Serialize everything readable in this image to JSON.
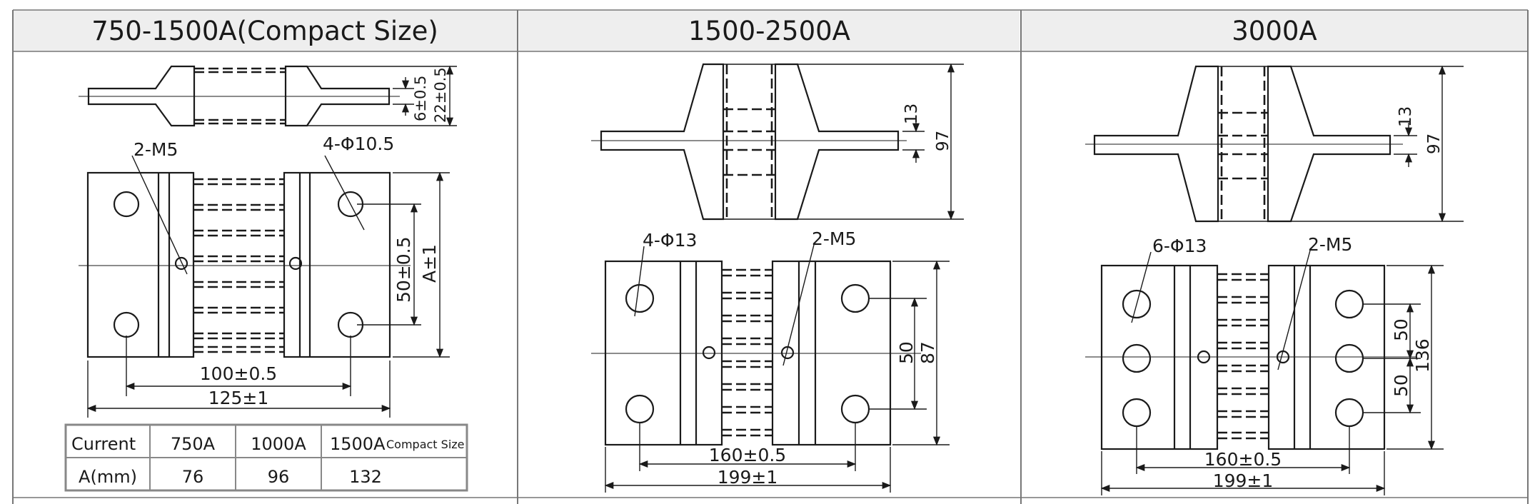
{
  "columns": [
    {
      "title": "750-1500A(Compact Size)",
      "labels": {
        "thread": "2-M5",
        "holes": "4-Φ10.5",
        "pitch_v": "50±0.5",
        "dim_a": "A±1",
        "pitch_h": "100±0.5",
        "width": "125±1",
        "thickness": "6±0.5",
        "height": "22±0.5"
      },
      "table": {
        "row1": [
          "Current",
          "750A",
          "1000A",
          "1500A"
        ],
        "row1_note": "Compact Size",
        "row2": [
          "A(mm)",
          "76",
          "96",
          "132"
        ]
      }
    },
    {
      "title": "1500-2500A",
      "labels": {
        "holes": "4-Φ13",
        "thread": "2-M5",
        "thickness": "13",
        "height": "97",
        "pitch_v": "50",
        "width_v": "87",
        "pitch_h": "160±0.5",
        "width": "199±1"
      }
    },
    {
      "title": "3000A",
      "labels": {
        "holes": "6-Φ13",
        "thread": "2-M5",
        "thickness": "13",
        "height": "97",
        "pitch_v1": "50",
        "pitch_v2": "50",
        "width_v": "136",
        "pitch_h": "160±0.5",
        "width": "199±1"
      }
    }
  ]
}
